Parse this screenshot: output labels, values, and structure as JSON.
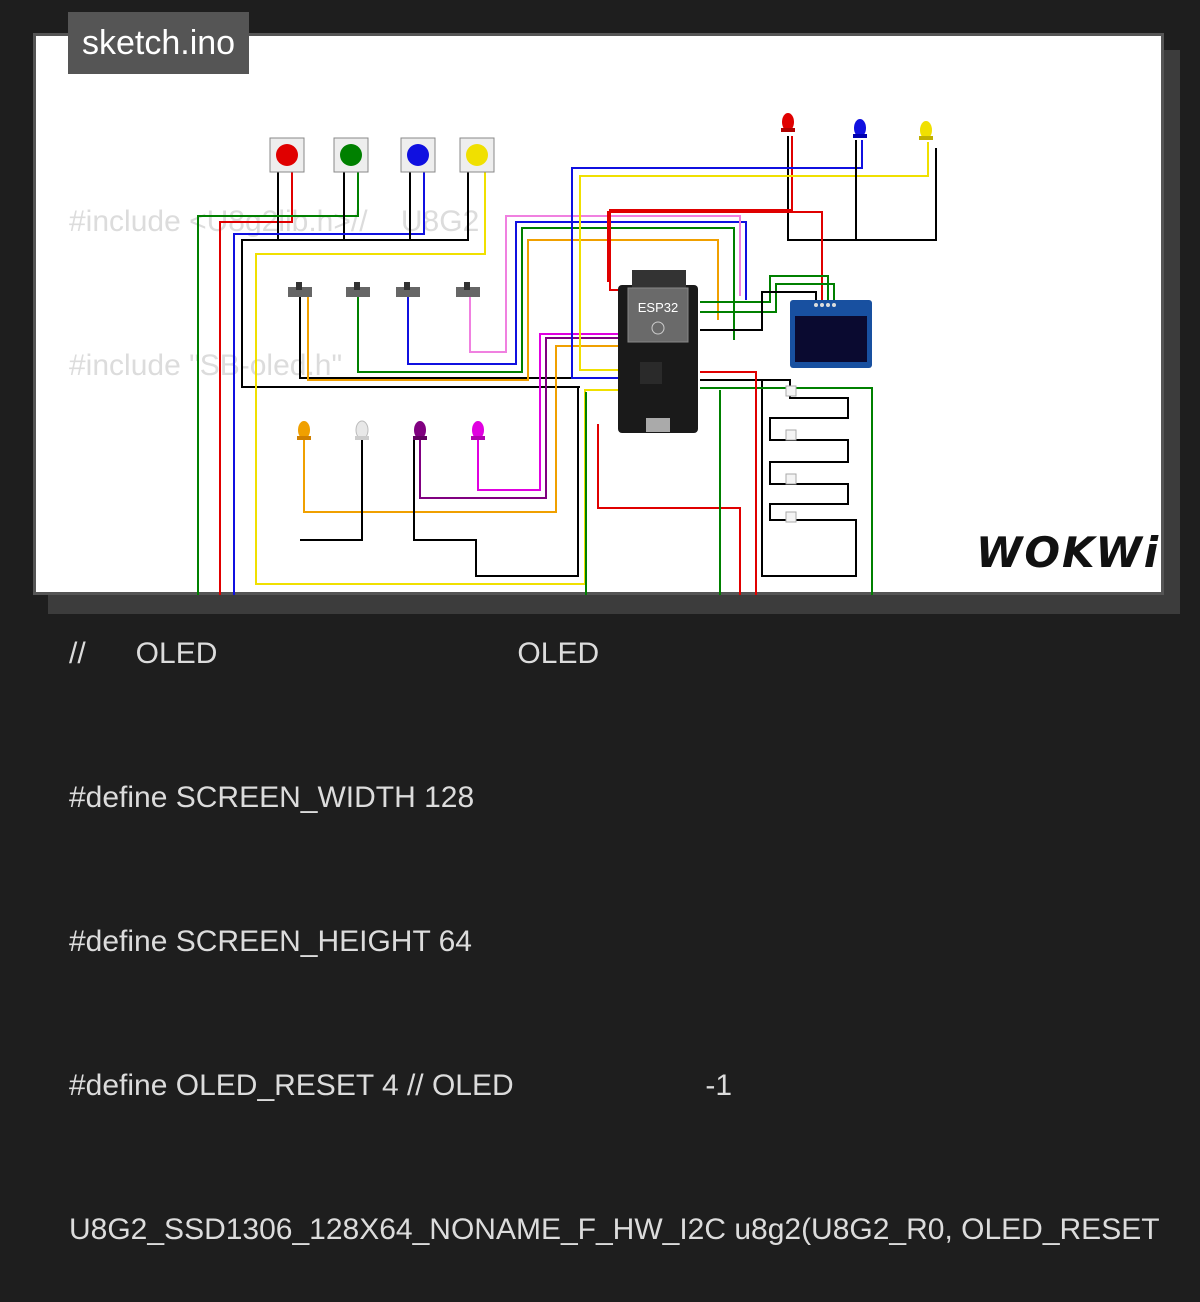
{
  "tab": {
    "title": "sketch.ino"
  },
  "code": {
    "lines": [
      "#include <U8g2lib.h>//    U8G2",
      "#include \"SB-oled.h\"",
      "",
      "//      OLED                                    OLED",
      "#define SCREEN_WIDTH 128",
      "#define SCREEN_HEIGHT 64",
      "#define OLED_RESET 4 // OLED                       -1",
      "U8G2_SSD1306_128X64_NONAME_F_HW_I2C u8g2(U8G2_R0, OLED_RESET"
    ]
  },
  "board": {
    "label": "ESP32"
  },
  "logo": {
    "text": "WOKWi"
  },
  "colors": {
    "red": "#e00000",
    "green": "#008000",
    "blue": "#1010e0",
    "yellow": "#f0e000",
    "orange": "#f0a000",
    "purple": "#800080",
    "magenta": "#e000e0",
    "pink": "#f080e0",
    "black": "#000000"
  }
}
